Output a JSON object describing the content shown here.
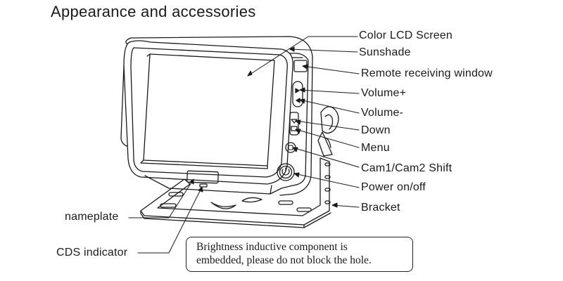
{
  "title": "Appearance and accessories",
  "callouts": {
    "color_lcd_screen": "Color LCD Screen",
    "sunshade": "Sunshade",
    "remote_receiving_window": "Remote receiving window",
    "volume_plus": "Volume+",
    "volume_minus": "Volume-",
    "down": "Down",
    "menu": "Menu",
    "cam_shift": "Cam1/Cam2 Shift",
    "power": "Power on/off",
    "bracket": "Bracket",
    "nameplate": "nameplate",
    "cds_indicator": "CDS indicator"
  },
  "note": {
    "line1": "Brightness inductive component is",
    "line2": "embedded, please do not block the hole."
  }
}
